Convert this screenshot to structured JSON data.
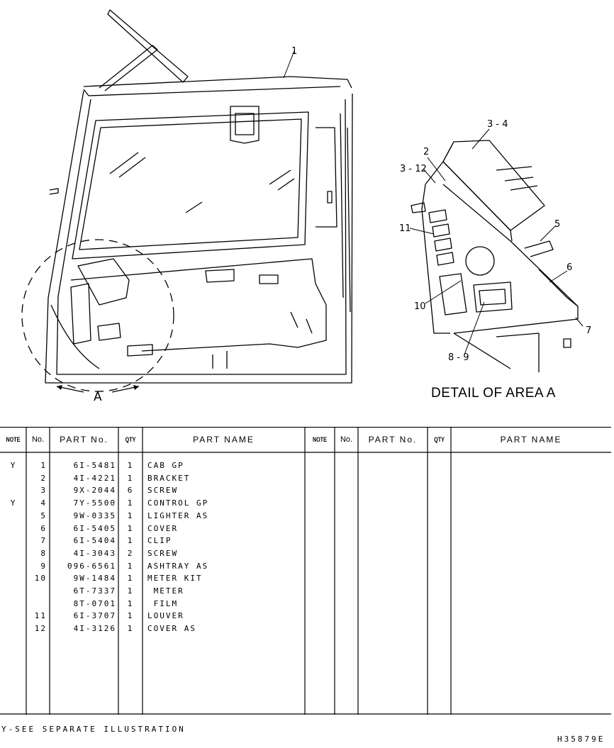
{
  "illustration": {
    "callouts": [
      "1",
      "3 - 4",
      "2",
      "3 - 12",
      "11",
      "5",
      "6",
      "10",
      "7",
      "8 - 9",
      "A"
    ],
    "detail_title": "DETAIL OF AREA A"
  },
  "table": {
    "headers": {
      "note": "NOTE",
      "no": "No.",
      "part_no": "PART No.",
      "qty": "QTY",
      "part_name": "PART NAME"
    },
    "rows": [
      {
        "note": "Y",
        "no": "1",
        "part_no": "6I-5481",
        "qty": "1",
        "name": "CAB GP"
      },
      {
        "note": "",
        "no": "2",
        "part_no": "4I-4221",
        "qty": "1",
        "name": "BRACKET"
      },
      {
        "note": "",
        "no": "3",
        "part_no": "9X-2044",
        "qty": "6",
        "name": "SCREW"
      },
      {
        "note": "Y",
        "no": "4",
        "part_no": "7Y-5500",
        "qty": "1",
        "name": "CONTROL GP"
      },
      {
        "note": "",
        "no": "5",
        "part_no": "9W-0335",
        "qty": "1",
        "name": "LIGHTER AS"
      },
      {
        "note": "",
        "no": "6",
        "part_no": "6I-5405",
        "qty": "1",
        "name": "COVER"
      },
      {
        "note": "",
        "no": "7",
        "part_no": "6I-5404",
        "qty": "1",
        "name": "CLIP"
      },
      {
        "note": "",
        "no": "8",
        "part_no": "4I-3043",
        "qty": "2",
        "name": "SCREW"
      },
      {
        "note": "",
        "no": "9",
        "part_no": "096-6561",
        "qty": "1",
        "name": "ASHTRAY AS"
      },
      {
        "note": "",
        "no": "10",
        "part_no": "9W-1484",
        "qty": "1",
        "name": "METER KIT"
      },
      {
        "note": "",
        "no": "",
        "part_no": "6T-7337",
        "qty": "1",
        "name": " METER"
      },
      {
        "note": "",
        "no": "",
        "part_no": "8T-0701",
        "qty": "1",
        "name": " FILM"
      },
      {
        "note": "",
        "no": "11",
        "part_no": "6I-3707",
        "qty": "1",
        "name": "LOUVER"
      },
      {
        "note": "",
        "no": "12",
        "part_no": "4I-3126",
        "qty": "1",
        "name": "COVER AS"
      }
    ]
  },
  "footnote": "Y-SEE SEPARATE ILLUSTRATION",
  "reference_number": "H35879E"
}
